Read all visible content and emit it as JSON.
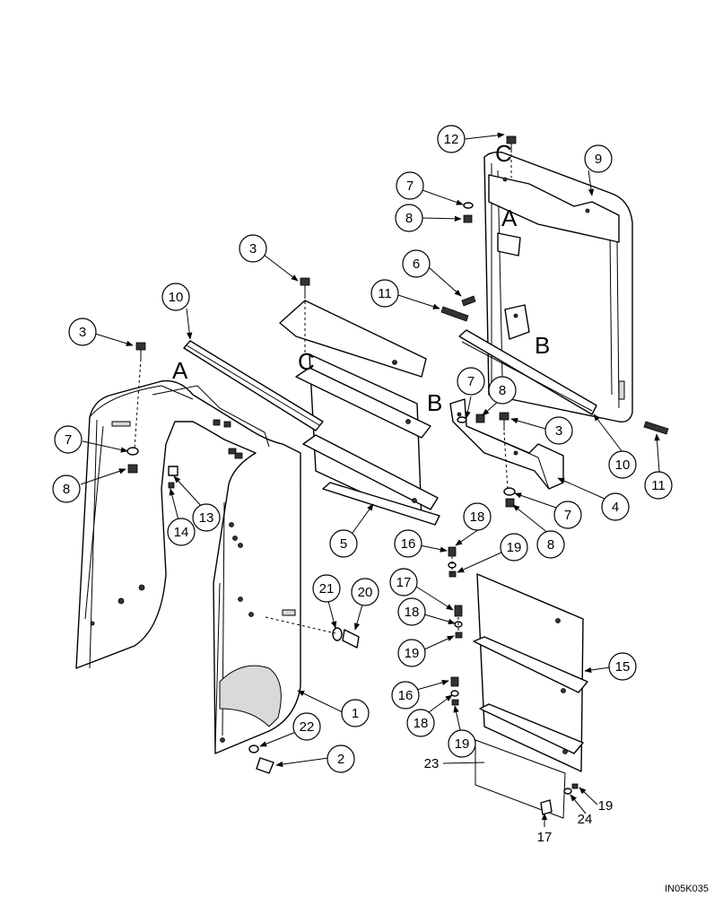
{
  "callouts": [
    "1",
    "2",
    "3",
    "4",
    "5",
    "6",
    "7",
    "8",
    "9",
    "10",
    "11",
    "12",
    "13",
    "14",
    "15",
    "16",
    "17",
    "18",
    "19",
    "20",
    "21",
    "22",
    "23",
    "24"
  ],
  "ref_letters": {
    "a": "A",
    "b": "B",
    "c": "C"
  },
  "drawing_id": "IN05K035"
}
